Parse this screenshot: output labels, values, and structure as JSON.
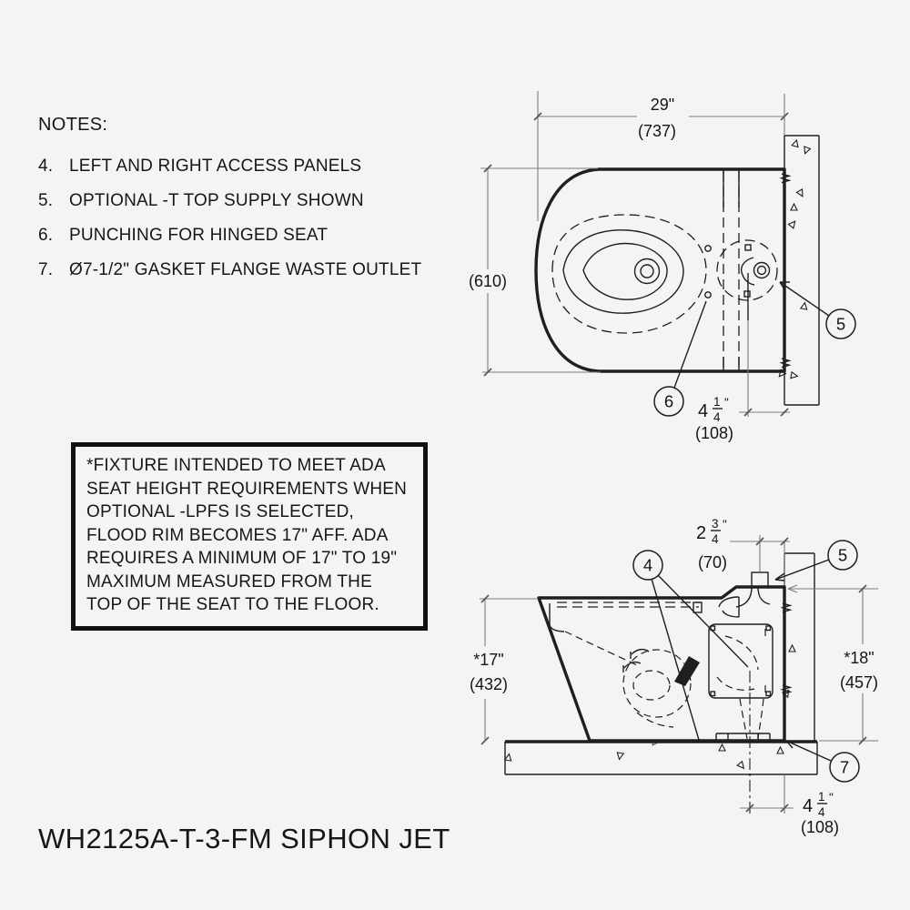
{
  "page": {
    "background": "#f4f4f4",
    "ink_color": "#1f1f1f",
    "dim_line_color": "#7d7d7d",
    "title": "WH2125A-T-3-FM SIPHON JET"
  },
  "notes": {
    "heading": "NOTES:",
    "items": [
      {
        "num": "4.",
        "text": "LEFT AND RIGHT ACCESS PANELS"
      },
      {
        "num": "5.",
        "text": "OPTIONAL -T TOP SUPPLY SHOWN"
      },
      {
        "num": "6.",
        "text": "PUNCHING FOR HINGED SEAT"
      },
      {
        "num": "7.",
        "text": "Ø7-1/2\" GASKET FLANGE WASTE OUTLET"
      }
    ]
  },
  "ada_note": {
    "lines": [
      "*FIXTURE INTENDED TO MEET ADA",
      "SEAT HEIGHT REQUIREMENTS WHEN",
      "OPTIONAL -LPFS IS SELECTED,",
      "FLOOD RIM BECOMES 17\" AFF. ADA",
      "REQUIRES A MINIMUM OF 17\" TO 19\"",
      "MAXIMUM MEASURED FROM THE",
      "TOP OF THE SEAT TO THE FLOOR."
    ]
  },
  "top_view": {
    "dim_width_in": "29\"",
    "dim_width_mm": "(737)",
    "dim_depth_mm": "(610)",
    "dim_offset": {
      "whole": "4",
      "num": "1",
      "den": "4",
      "unit": "\"",
      "metric": "(108)"
    },
    "balloon_5": "5",
    "balloon_6": "6"
  },
  "side_view": {
    "dim_rim_in": "*17\"",
    "dim_rim_mm": "(432)",
    "dim_height_in": "*18\"",
    "dim_height_mm": "(457)",
    "dim_supply": {
      "whole": "2",
      "num": "3",
      "den": "4",
      "unit": "\"",
      "metric": "(70)"
    },
    "dim_outlet": {
      "whole": "4",
      "num": "1",
      "den": "4",
      "unit": "\"",
      "metric": "(108)"
    },
    "balloon_4": "4",
    "balloon_5": "5",
    "balloon_7": "7"
  }
}
